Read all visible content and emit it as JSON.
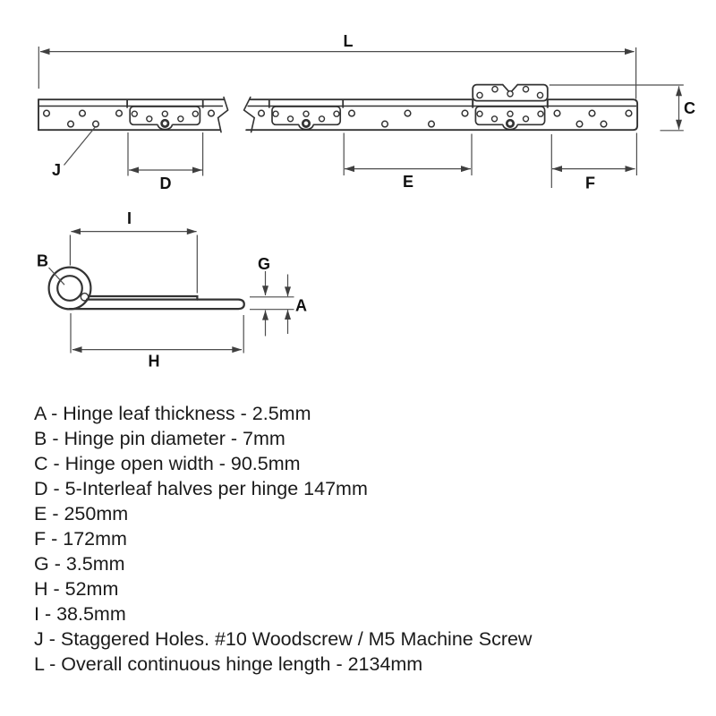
{
  "diagram": {
    "labels": {
      "L": "L",
      "J": "J",
      "D": "D",
      "E": "E",
      "F": "F",
      "C": "C",
      "I": "I",
      "B": "B",
      "G": "G",
      "A": "A",
      "H": "H"
    }
  },
  "legend": {
    "items": [
      "A - Hinge leaf thickness - 2.5mm",
      "B - Hinge pin diameter - 7mm",
      "C - Hinge open width - 90.5mm",
      "D - 5-Interleaf halves per hinge 147mm",
      "E - 250mm",
      "F - 172mm",
      "G - 3.5mm",
      "H - 52mm",
      "I - 38.5mm",
      "J - Staggered Holes. #10 Woodscrew / M5 Machine Screw",
      "L - Overall continuous hinge length - 2134mm"
    ]
  },
  "colors": {
    "outline": "#333333",
    "dimension_line": "#4d4d4d",
    "arrow": "#3f3f3f",
    "text": "#1b1b1b",
    "background": "#ffffff"
  }
}
